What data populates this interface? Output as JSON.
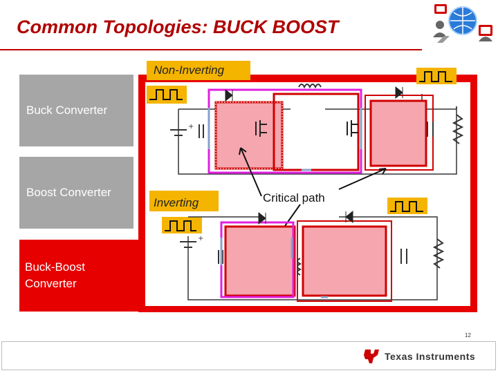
{
  "slide": {
    "title": "Common Topologies: BUCK BOOST",
    "number": "12"
  },
  "sidebar": {
    "items": [
      {
        "label": "Buck Converter",
        "state": "inactive"
      },
      {
        "label": "Boost Converter",
        "state": "inactive"
      },
      {
        "label": "Buck-Boost Converter",
        "state": "active"
      }
    ]
  },
  "diagram": {
    "non_inverting_label": "Non-Inverting",
    "inverting_label": "Inverting",
    "critical_path_label": "Critical path"
  },
  "footer": {
    "brand": "Texas Instruments"
  },
  "colors": {
    "accent_red": "#e60000",
    "title_red": "#b00000",
    "label_gold": "#f4b400",
    "loop_magenta": "#e020e0",
    "loop_fill": "#f5a6ae",
    "inactive_gray": "#a6a6a6"
  }
}
